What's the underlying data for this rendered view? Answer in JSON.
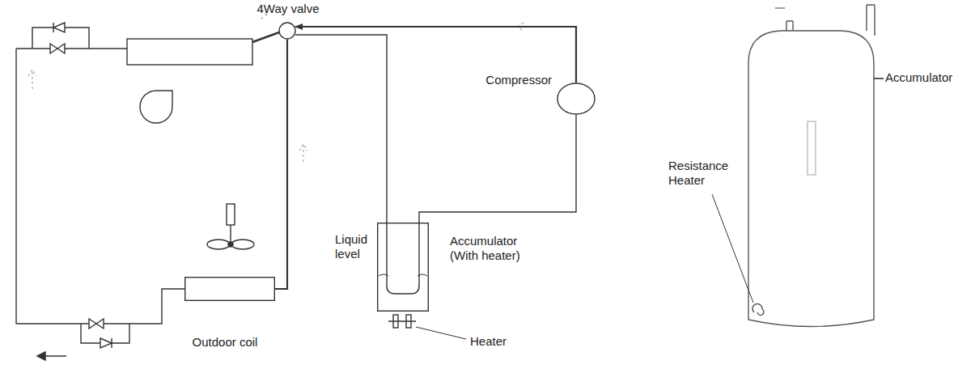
{
  "diagram": {
    "nodes": [
      {
        "text": [
          "4Way valve"
        ]
      },
      {
        "text": [
          "Compressor"
        ]
      },
      {
        "text": [
          "Accumulator (With heater)"
        ]
      },
      {
        "text": [
          "Outdoor coil"
        ]
      }
    ],
    "edges": [
      {
        "from": 1,
        "to": 0,
        "arrow": "to"
      },
      {
        "from": 1,
        "to": 2,
        "arrow": "none"
      },
      {
        "from": 0,
        "to": 2,
        "arrow": "none"
      },
      {
        "from": 0,
        "to": 3,
        "arrow": "none"
      }
    ],
    "labels": [
      "Liquid level",
      "Heater",
      "Resistance Heater",
      "Accumulator"
    ]
  }
}
